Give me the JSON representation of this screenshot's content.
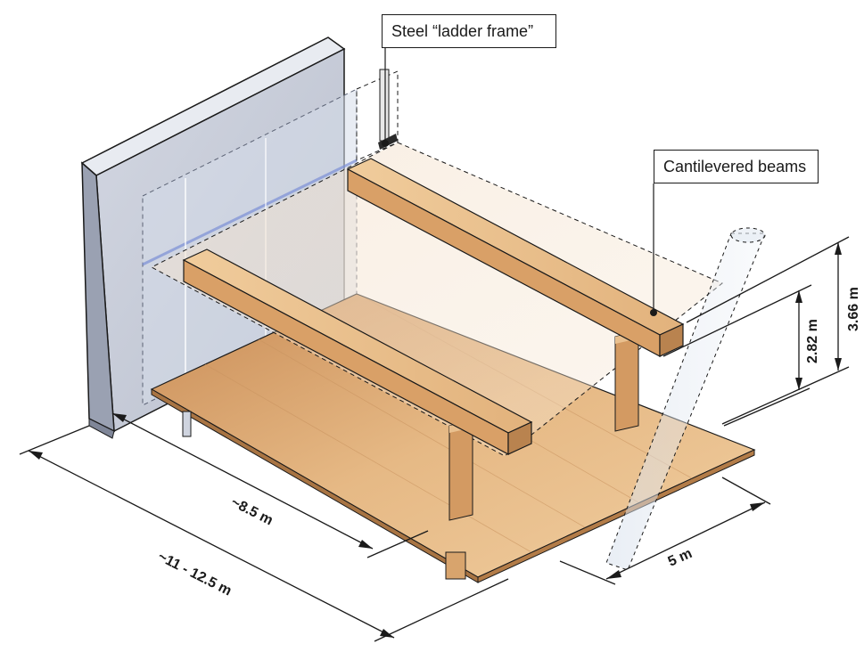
{
  "labels": {
    "steel_frame": "Steel “ladder frame”",
    "cantilevered_beams": "Cantilevered beams"
  },
  "dimensions": {
    "span_inner": "~8.5 m",
    "span_outer": "~11 - 12.5 m",
    "depth": "5 m",
    "height_lower": "2.82 m",
    "height_upper": "3.66 m"
  },
  "colors": {
    "wall": "#c9cedb",
    "wall_top": "#e4e7ee",
    "wall_side": "#8e95a6",
    "timber": "#d9a46f",
    "timber_light": "#ecc494",
    "timber_dark": "#b57d4a",
    "deck": "#e8bd8b",
    "dim_line": "#1a1a1a"
  }
}
